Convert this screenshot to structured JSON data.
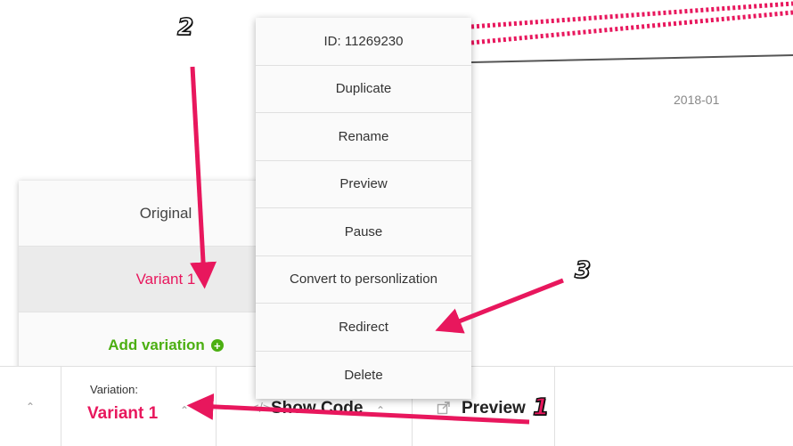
{
  "chart": {
    "date_label": "2018-01"
  },
  "context_menu": {
    "items": [
      {
        "label": "ID: 11269230"
      },
      {
        "label": "Duplicate"
      },
      {
        "label": "Rename"
      },
      {
        "label": "Preview"
      },
      {
        "label": "Pause"
      },
      {
        "label": "Convert to personlization"
      },
      {
        "label": "Redirect"
      },
      {
        "label": "Delete"
      }
    ]
  },
  "variation_menu": {
    "original": "Original",
    "active": "Variant 1",
    "add": "Add variation"
  },
  "bottom_bar": {
    "variation_caption": "Variation:",
    "variation_value": "Variant 1",
    "show_code": "Show Code",
    "preview": "Preview"
  },
  "annotations": {
    "one": "1",
    "two": "2",
    "three": "3"
  },
  "colors": {
    "accent": "#e8175d",
    "add": "#4caf12",
    "arrow": "#e8175d"
  }
}
